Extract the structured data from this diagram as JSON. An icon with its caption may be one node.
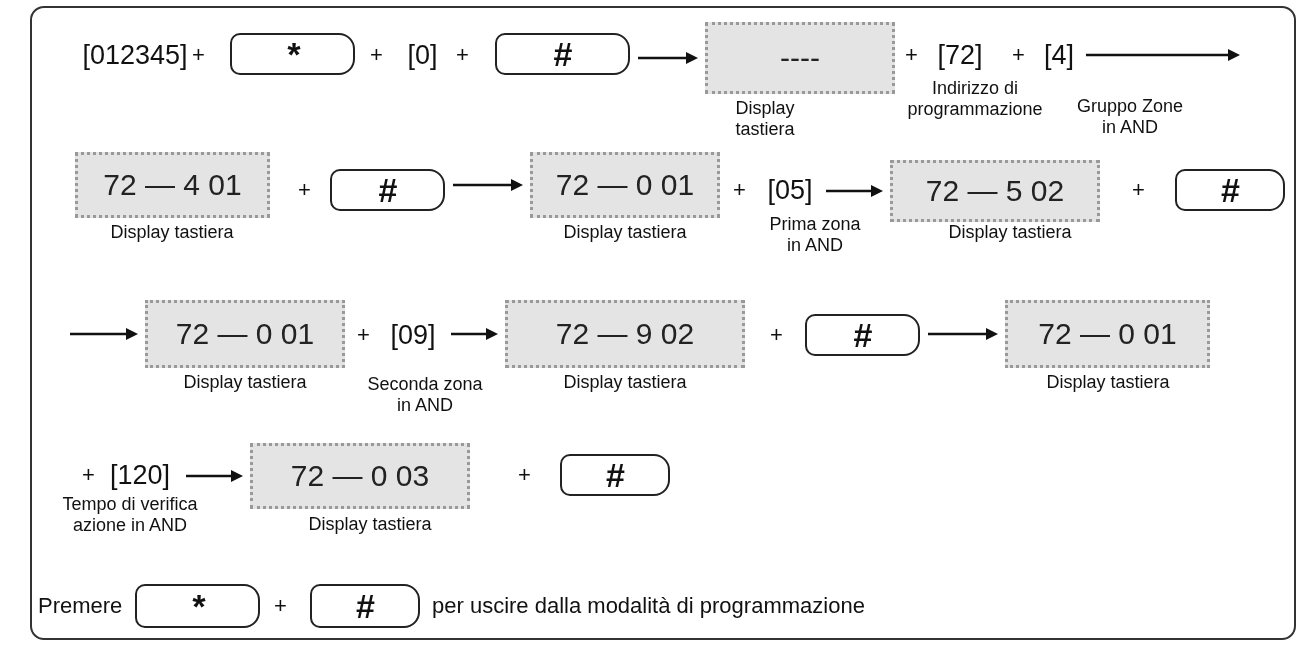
{
  "diagram": {
    "nodes": [
      {
        "text": [
          "[012345]"
        ]
      },
      {
        "text": [
          "*"
        ]
      },
      {
        "text": [
          "[0]"
        ]
      },
      {
        "text": [
          "#"
        ]
      },
      {
        "text": [
          "----"
        ],
        "beside": [
          "Display tastiera"
        ]
      },
      {
        "text": [
          "[72]"
        ],
        "beside": [
          "Indirizzo di programmazione"
        ]
      },
      {
        "text": [
          "[4]"
        ],
        "beside": [
          "Gruppo Zone in AND"
        ]
      },
      {
        "text": [
          "72 — 4 01"
        ],
        "beside": [
          "Display tastiera"
        ]
      },
      {
        "text": [
          "#"
        ]
      },
      {
        "text": [
          "72 — 0 01"
        ],
        "beside": [
          "Display tastiera"
        ]
      },
      {
        "text": [
          "[05]"
        ],
        "beside": [
          "Prima zona in AND"
        ]
      },
      {
        "text": [
          "72 — 5 02"
        ],
        "beside": [
          "Display tastiera"
        ]
      },
      {
        "text": [
          "#"
        ]
      },
      {
        "text": [
          "72 — 0 01"
        ],
        "beside": [
          "Display tastiera"
        ]
      },
      {
        "text": [
          "[09]"
        ],
        "beside": [
          "Seconda zona in AND"
        ]
      },
      {
        "text": [
          "72 — 9 02"
        ],
        "beside": [
          "Display tastiera"
        ]
      },
      {
        "text": [
          "#"
        ]
      },
      {
        "text": [
          "72 — 0 01"
        ],
        "beside": [
          "Display tastiera"
        ]
      },
      {
        "text": [
          "[120]"
        ],
        "beside": [
          "Tempo di verifica azione in AND"
        ]
      },
      {
        "text": [
          "72 — 0 03"
        ],
        "beside": [
          "Display tastiera"
        ]
      },
      {
        "text": [
          "#"
        ]
      },
      {
        "text": [
          "*"
        ]
      },
      {
        "text": [
          "#"
        ]
      }
    ],
    "edges": [
      {
        "from": 3,
        "to": 4,
        "arrow": "to"
      },
      {
        "from": 6,
        "to": null,
        "arrow": "to"
      },
      {
        "from": 8,
        "to": 9,
        "arrow": "to"
      },
      {
        "from": 10,
        "to": 11,
        "arrow": "to"
      },
      {
        "from": null,
        "to": 13,
        "arrow": "to"
      },
      {
        "from": 14,
        "to": 15,
        "arrow": "to"
      },
      {
        "from": 16,
        "to": 17,
        "arrow": "to"
      },
      {
        "from": 18,
        "to": 19,
        "arrow": "to"
      }
    ],
    "labels": [
      "+",
      "+",
      "+",
      "+",
      "+",
      "+",
      "+",
      "+",
      "+",
      "+",
      "+",
      "+",
      "Premere",
      "+",
      "per uscire dalla modalità di programmazione"
    ]
  }
}
